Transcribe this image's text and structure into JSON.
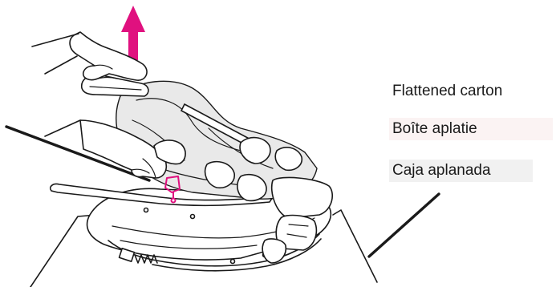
{
  "labels": {
    "english": "Flattened carton",
    "french": "Boîte aplatie",
    "spanish": "Caja aplanada"
  },
  "colors": {
    "arrow": "#e0117f",
    "line": "#1a1a1a",
    "french_label_bg": "#fbf3f3",
    "spanish_label_bg": "#f1f1f1"
  }
}
